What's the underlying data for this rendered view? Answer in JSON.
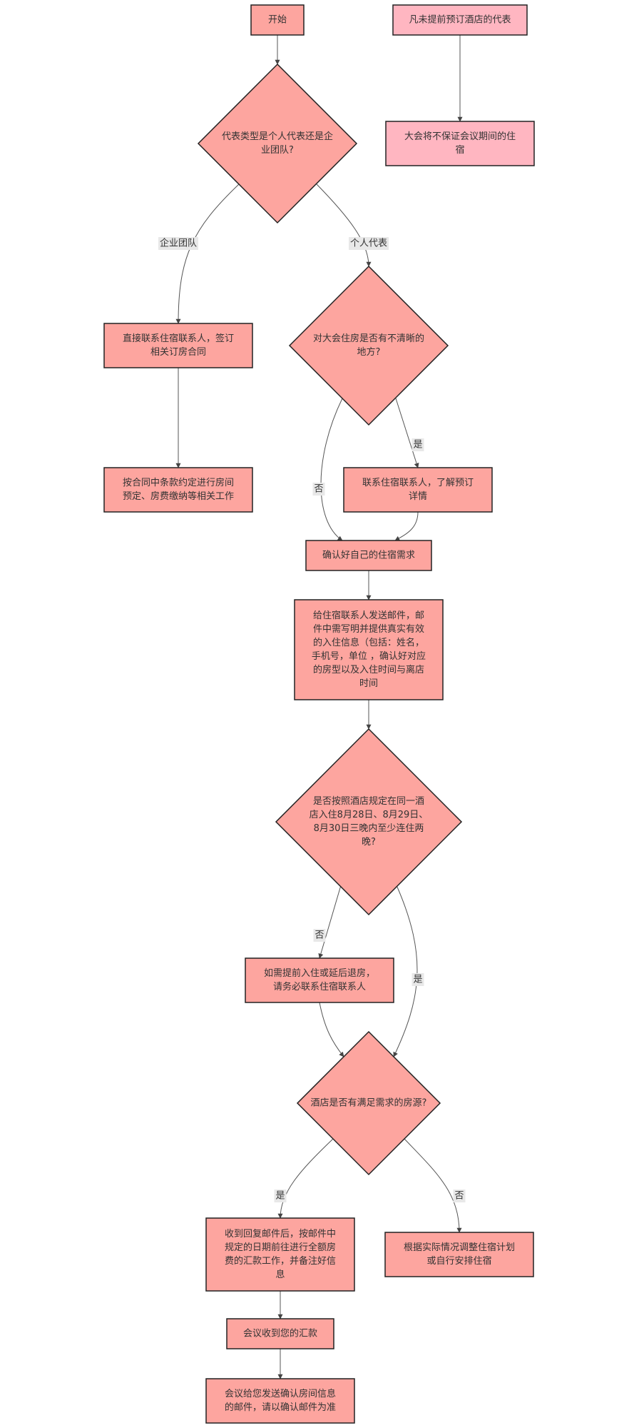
{
  "colors": {
    "node_fill": "#fda59f",
    "note_fill": "#ffb6c1",
    "stroke": "#222222",
    "edge": "#555555",
    "label_bg": "#e8e8e8",
    "text": "#333333"
  },
  "nodes": {
    "start": {
      "lines": [
        "开始"
      ]
    },
    "note_top": {
      "lines": [
        "凡未提前预订酒店的代表"
      ]
    },
    "note_bottom": {
      "lines": [
        "大会将不保证会议期间的住",
        "宿"
      ]
    },
    "decision_type": {
      "lines": [
        "代表类型是个人代表还是企",
        "业团队?"
      ]
    },
    "team_contact": {
      "lines": [
        "直接联系住宿联系人，签订",
        "相关订房合同"
      ]
    },
    "team_contract": {
      "lines": [
        "按合同中条款约定进行房间",
        "预定、房费缴纳等相关工作"
      ]
    },
    "decision_unclear": {
      "lines": [
        "对大会住房是否有不清晰的",
        "地方?"
      ]
    },
    "contact_details": {
      "lines": [
        "联系住宿联系人，了解预订",
        "详情"
      ]
    },
    "confirm_needs": {
      "lines": [
        "确认好自己的住宿需求"
      ]
    },
    "send_email": {
      "lines": [
        "给住宿联系人发送邮件，邮",
        "件中需写明并提供真实有效",
        "的入住信息（包括：姓名，",
        "手机号，单位 ，确认好对应",
        "的房型以及入住时间与离店",
        "时间"
      ]
    },
    "decision_nights": {
      "lines": [
        "是否按照酒店规定在同一酒",
        "店入住8月28日、8月29日、",
        "8月30日三晚内至少连住两",
        "晚?"
      ]
    },
    "early_checkin": {
      "lines": [
        "如需提前入住或延后退房，",
        "请务必联系住宿联系人"
      ]
    },
    "decision_rooms": {
      "lines": [
        "酒店是否有满足需求的房源?"
      ]
    },
    "remit_payment": {
      "lines": [
        "收到回复邮件后，按邮件中",
        "规定的日期前往进行全额房",
        "费的汇款工作，并备注好信",
        "息"
      ]
    },
    "adjust_plan": {
      "lines": [
        "根据实际情况调整住宿计划",
        "或自行安排住宿"
      ]
    },
    "payment_received": {
      "lines": [
        "会议收到您的汇款"
      ]
    },
    "confirmation_email": {
      "lines": [
        "会议给您发送确认房间信息",
        "的邮件，请以确认邮件为准"
      ]
    }
  },
  "edge_labels": {
    "team": "企业团队",
    "personal": "个人代表",
    "unclear_no": "否",
    "unclear_yes": "是",
    "nights_no": "否",
    "nights_yes": "是",
    "rooms_yes": "是",
    "rooms_no": "否"
  }
}
